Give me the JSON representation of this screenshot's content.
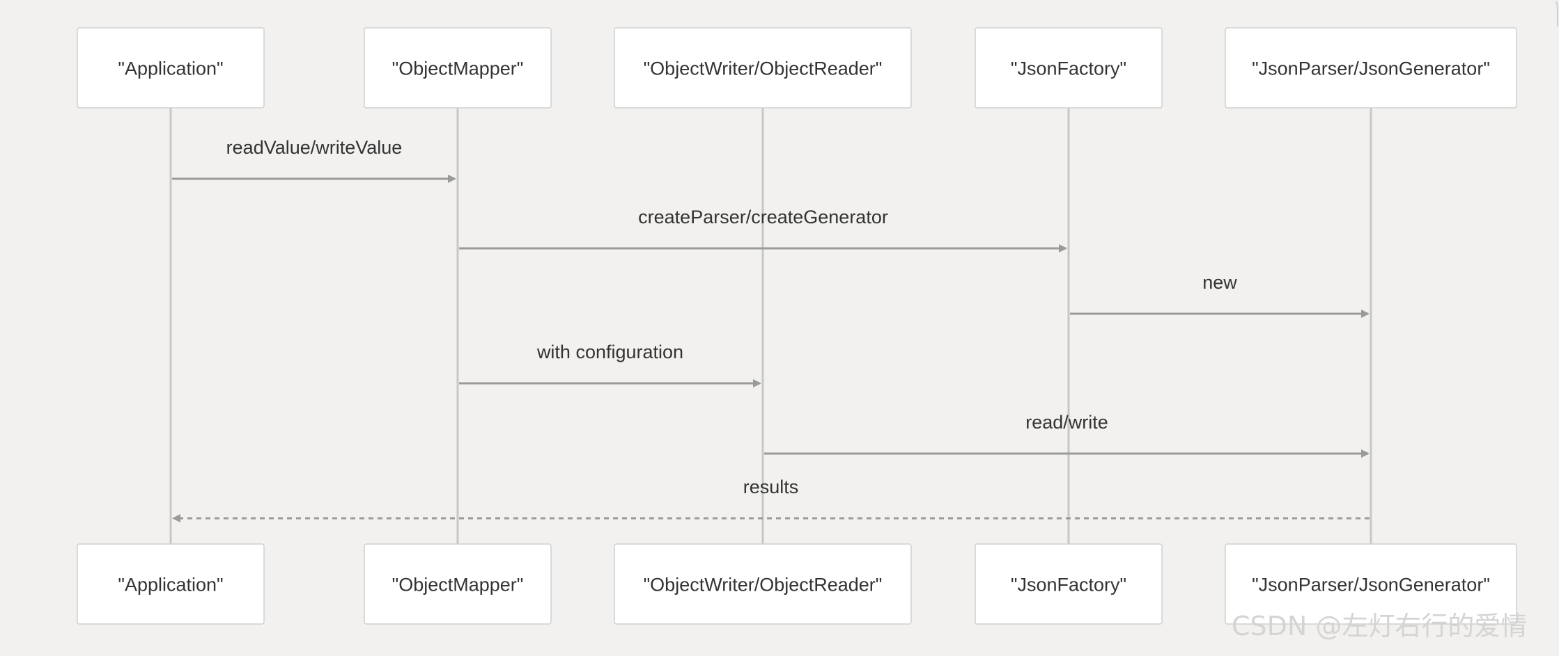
{
  "diagram": {
    "type": "sequence",
    "participants": [
      "\"Application\"",
      "\"ObjectMapper\"",
      "\"ObjectWriter/ObjectReader\"",
      "\"JsonFactory\"",
      "\"JsonParser/JsonGenerator\""
    ],
    "messages": [
      {
        "from": 0,
        "to": 1,
        "label": "readValue/writeValue",
        "style": "solid"
      },
      {
        "from": 1,
        "to": 3,
        "label": "createParser/createGenerator",
        "style": "solid"
      },
      {
        "from": 3,
        "to": 4,
        "label": "new",
        "style": "solid"
      },
      {
        "from": 1,
        "to": 2,
        "label": "with configuration",
        "style": "solid"
      },
      {
        "from": 2,
        "to": 4,
        "label": "read/write",
        "style": "solid"
      },
      {
        "from": 4,
        "to": 0,
        "label": "results",
        "style": "dashed"
      }
    ]
  },
  "colors": {
    "background": "#f2f1ef",
    "box_fill": "#ffffff",
    "box_border": "#cfcfcf",
    "lifeline": "#c7c7c7",
    "arrow": "#9a9a9a",
    "text": "#333333",
    "watermark": "#d4d4d4"
  },
  "watermark": "CSDN @左灯右行的爱情"
}
